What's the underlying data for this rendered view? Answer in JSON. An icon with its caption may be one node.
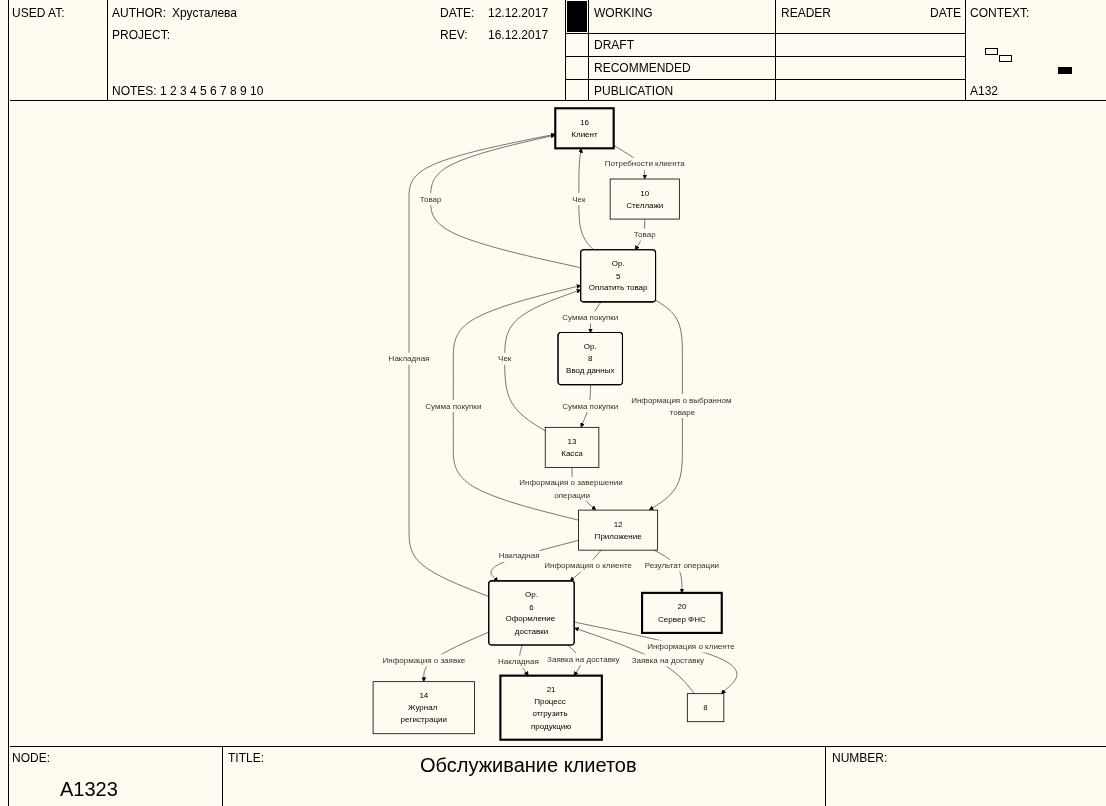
{
  "diagram": {
    "title": "Обслуживание клиетов",
    "nodes": [
      {
        "text": [
          "16",
          "Клиент"
        ]
      },
      {
        "text": [
          "10",
          "Стеллажи"
        ]
      },
      {
        "text": [
          "Ор.",
          "5",
          "Оплатить товар"
        ]
      },
      {
        "text": [
          "14",
          "Журнал регистрации"
        ]
      },
      {
        "text": [
          "21",
          "Процесс отгрузить продукцию"
        ]
      },
      {
        "text": [
          "Ор.",
          "6",
          "Оформление доставки"
        ]
      },
      {
        "text": [
          "Ор.",
          "8",
          "Ввод данных"
        ]
      },
      {
        "text": [
          "13",
          "Касса"
        ]
      },
      {
        "text": [
          "8"
        ]
      },
      {
        "text": [
          "12",
          "Приложение"
        ]
      },
      {
        "text": [
          "20",
          "Сервер ФНС"
        ]
      }
    ],
    "edges": [
      {
        "from": 0,
        "to": 1,
        "arrow": "to",
        "label": "Потребности клиента"
      },
      {
        "from": 2,
        "to": 0,
        "arrow": "to",
        "label": "Чек"
      },
      {
        "from": 2,
        "to": 0,
        "arrow": "to",
        "label": "Товар"
      },
      {
        "from": 1,
        "to": 2,
        "arrow": "to",
        "label": "Товар"
      },
      {
        "from": 2,
        "to": 6,
        "arrow": "to",
        "label": "Сумма покупки"
      },
      {
        "from": 7,
        "to": 2,
        "arrow": "to",
        "label": "Чек"
      },
      {
        "from": 6,
        "to": 7,
        "arrow": "to",
        "label": "Сумма покупки"
      },
      {
        "from": 5,
        "to": 0,
        "arrow": "to",
        "label": "Накладная"
      },
      {
        "from": 5,
        "to": 3,
        "arrow": "to",
        "label": "Информация о заявке"
      },
      {
        "from": 5,
        "to": 4,
        "arrow": "to",
        "label": "Заявка на доставку"
      },
      {
        "from": 5,
        "to": 4,
        "arrow": "to",
        "label": "Накладная"
      },
      {
        "from": 8,
        "to": 5,
        "arrow": "to",
        "label": "Заявка на доставку"
      },
      {
        "from": 5,
        "to": 8,
        "arrow": "to",
        "label": "Информация о клиенте"
      },
      {
        "from": 9,
        "to": 5,
        "arrow": "to",
        "label": "Информация о клиенте"
      },
      {
        "from": 9,
        "to": 5,
        "arrow": "to",
        "label": "Накладная"
      },
      {
        "from": 2,
        "to": 9,
        "arrow": "to",
        "label": "Информация о выбранном товаре"
      },
      {
        "from": 9,
        "to": 2,
        "arrow": "to",
        "label": "Сумма покупки"
      },
      {
        "from": 7,
        "to": 9,
        "arrow": "to",
        "label": "Информация о завершении операции"
      },
      {
        "from": 9,
        "to": 10,
        "arrow": "to",
        "label": "Результат операции"
      }
    ],
    "labels": [
      "USED AT:",
      "AUTHOR:",
      "Хрусталева",
      "DATE:",
      "12.12.2017",
      "WORKING",
      "READER",
      "DATE",
      "CONTEXT:",
      "PROJECT:",
      "REV:",
      "16.12.2017",
      "DRAFT",
      "RECOMMENDED",
      "NOTES:",
      "1 2 3 4 5 6 7 8 9 10",
      "PUBLICATION",
      "A132",
      "NODE:",
      "A1323",
      "TITLE:",
      "NUMBER:"
    ]
  }
}
